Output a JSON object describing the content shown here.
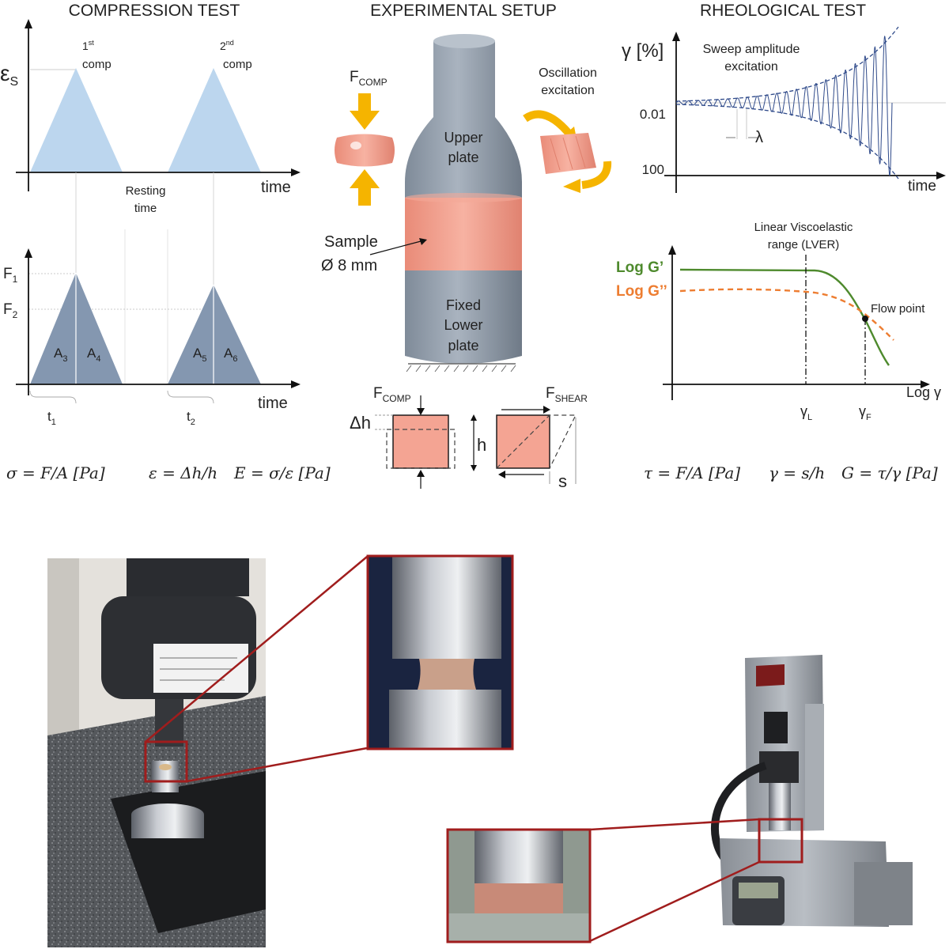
{
  "compression": {
    "title": "COMPRESSION TEST",
    "strain_axis_label": "ε",
    "strain_axis_sub": "S",
    "time_label": "time",
    "first_comp_sup": "st",
    "first_comp_num": "1",
    "second_comp_num": "2",
    "second_comp_sup": "nd",
    "comp_word": "comp",
    "resting_line1": "Resting",
    "resting_line2": "time",
    "f1_main": "F",
    "f1_sub": "1",
    "f2_main": "F",
    "f2_sub": "2",
    "a3_main": "A",
    "a3_sub": "3",
    "a4_main": "A",
    "a4_sub": "4",
    "a5_main": "A",
    "a5_sub": "5",
    "a6_main": "A",
    "a6_sub": "6",
    "t1_main": "t",
    "t1_sub": "1",
    "t2_main": "t",
    "t2_sub": "2",
    "eq_sigma": "σ = F/A [Pa]",
    "eq_epsilon": "ε = Δh/h",
    "eq_modulus": "E = σ/ε [Pa]"
  },
  "setup": {
    "title": "EXPERIMENTAL SETUP",
    "fcomp_main": "F",
    "fcomp_sub": "COMP",
    "oscillation_line1": "Oscillation",
    "oscillation_line2": "excitation",
    "upper_line1": "Upper",
    "upper_line2": "plate",
    "sample_line1": "Sample",
    "sample_line2": "Ø 8 mm",
    "fixed_line1": "Fixed",
    "fixed_line2": "Lower",
    "fixed_line3": "plate",
    "fcomp2_main": "F",
    "fcomp2_sub": "COMP",
    "fshear_main": "F",
    "fshear_sub": "SHEAR",
    "dh_label": "Δh",
    "h_label": "h",
    "s_label": "s"
  },
  "rheology": {
    "title": "RHEOLOGICAL TEST",
    "gamma_axis": "γ [%]",
    "sweep_line1": "Sweep amplitude",
    "sweep_line2": "excitation",
    "tick_low": "0.01",
    "tick_high": "100",
    "lambda": "λ",
    "time_label": "time",
    "lver_line1": "Linear Viscoelastic",
    "lver_line2": "range (LVER)",
    "log_g1": "Log G’",
    "log_g2": "Log G’’",
    "flow_point": "Flow point",
    "log_gamma": "Log γ",
    "gamma_l_main": "γ",
    "gamma_l_sub": "L",
    "gamma_f_main": "γ",
    "gamma_f_sub": "F",
    "eq_tau": "τ = F/A [Pa]",
    "eq_gamma": "γ = s/h",
    "eq_g": "G = τ/γ [Pa]"
  },
  "colors": {
    "strain_fill": "#bcd6ee",
    "force_fill": "#8497b0",
    "sample": "#f4a493",
    "plate": "#98a4b2",
    "arrow": "#f5b400",
    "g_prime": "#4e8a2d",
    "g_double_prime": "#ed7d31",
    "photo_frame": "#a01d1d",
    "wave": "#2f4a8a"
  }
}
